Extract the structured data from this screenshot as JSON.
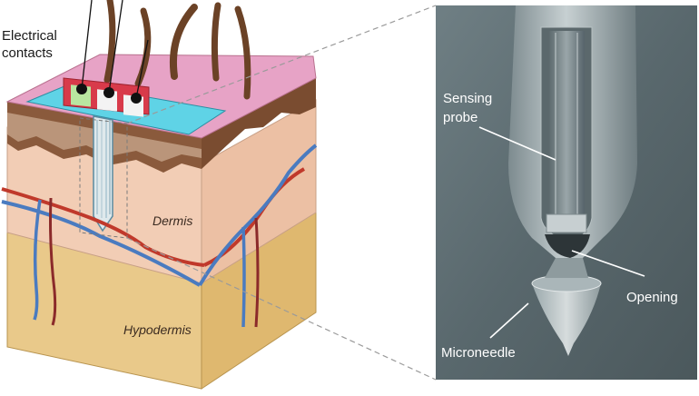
{
  "left_panel": {
    "labels": {
      "electrical_contacts_line1": "Electrical",
      "electrical_contacts_line2": "contacts",
      "dermis": "Dermis",
      "hypodermis": "Hypodermis"
    }
  },
  "right_panel": {
    "labels": {
      "sensing_probe_line1": "Sensing",
      "sensing_probe_line2": "probe",
      "opening": "Opening",
      "microneedle": "Microneedle"
    }
  },
  "colors": {
    "epidermis_top": "#e7a3c6",
    "hair": "#6b4226",
    "dermis": "#f2cdb5",
    "hypodermis": "#e9c98a",
    "sensor_plate": "#5fd3e6",
    "contact_frame": "#d83a4a",
    "vein_blue": "#4a7bc0",
    "artery_red": "#c0392b",
    "sem_background": "#5c6b70"
  }
}
